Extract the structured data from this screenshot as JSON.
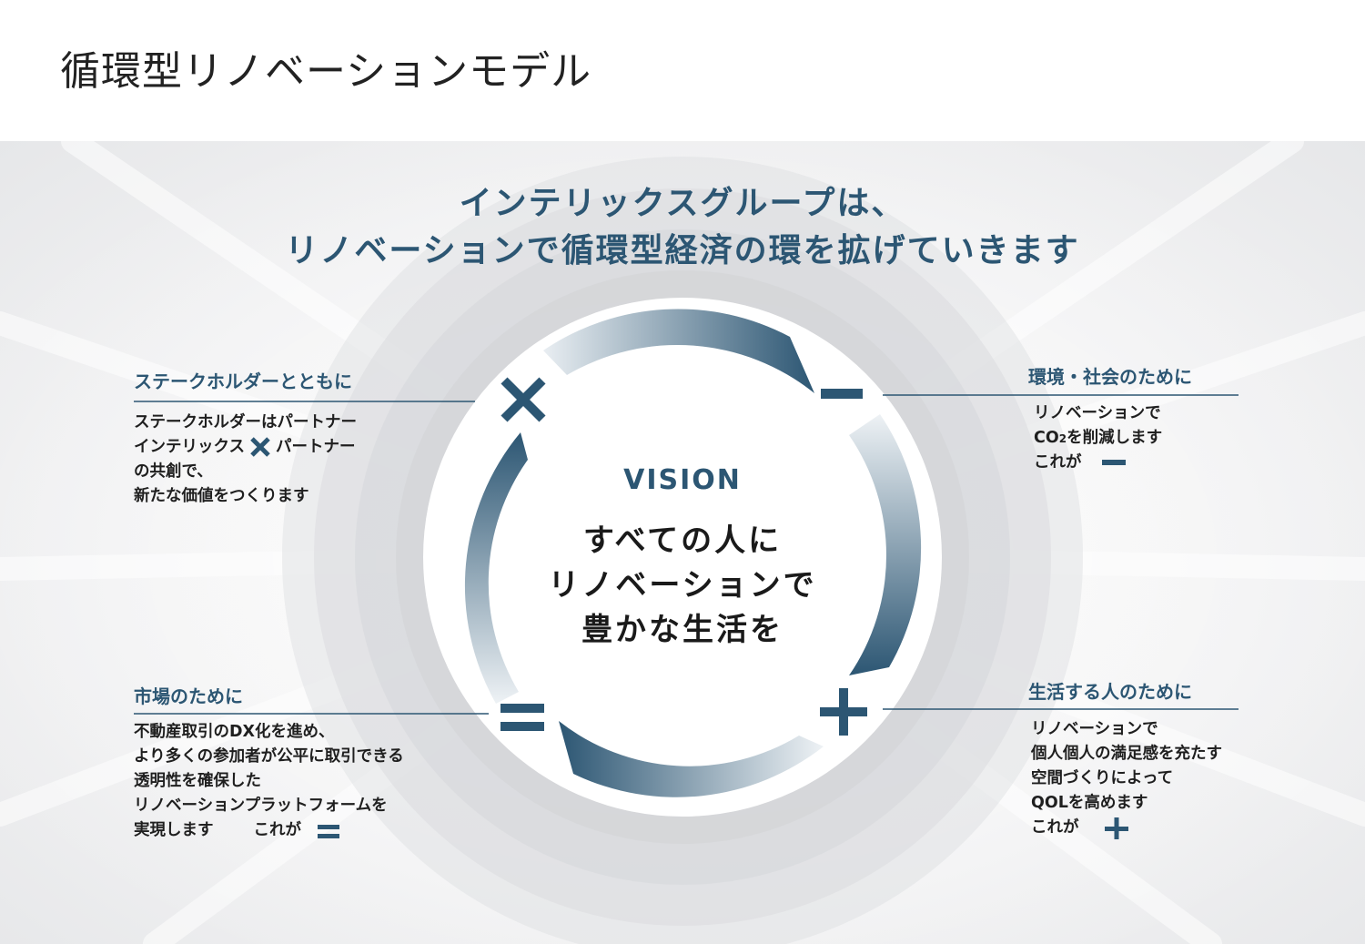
{
  "page_title": "循環型リノベーションモデル",
  "headline": {
    "line1": "インテリックスグループは、",
    "line2": "リノベーションで循環型経済の環を拡げていきます"
  },
  "vision": {
    "label": "VISION",
    "lines": [
      "すべての人に",
      "リノベーションで",
      "豊かな生活を"
    ]
  },
  "sections": {
    "stakeholders": {
      "title": "ステークホルダーとともに",
      "symbol": "×",
      "lines": [
        "ステークホルダーはパートナー",
        "インテリックス",
        "パートナー",
        "の共創で、",
        "新たな価値をつくります"
      ]
    },
    "environment": {
      "title": "環境・社会のために",
      "symbol": "−",
      "lines": [
        "リノベーションで",
        "CO",
        "2",
        "を削減します",
        "これが"
      ]
    },
    "market": {
      "title": "市場のために",
      "symbol": "＝",
      "lines": [
        "不動産取引のDX化を進め、",
        "より多くの参加者が公平に取引できる",
        "透明性を確保した",
        "リノベーションプラットフォームを",
        "実現します",
        "これが"
      ]
    },
    "life": {
      "title": "生活する人のために",
      "symbol": "＋",
      "lines": [
        "リノベーションで",
        "個人個人の満足感を充たす",
        "空間づくりによって",
        "QOLを高めます",
        "これが"
      ]
    }
  },
  "colors": {
    "accent": "#2c5673",
    "text": "#1f1f1f",
    "background": "#e6e7e9"
  },
  "icons": {
    "multiply": "multiply-icon",
    "minus": "minus-icon",
    "equals": "equals-icon",
    "plus": "plus-icon"
  }
}
